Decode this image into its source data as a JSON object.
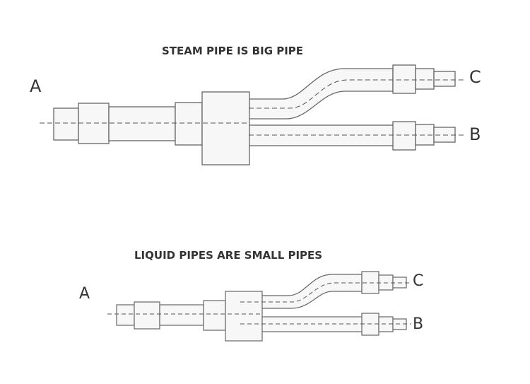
{
  "diagrams": [
    {
      "title": "STEAM PIPE IS BIG PIPE",
      "labels": {
        "inlet": "A",
        "branch_upper": "C",
        "branch_lower": "B"
      }
    },
    {
      "title": "LIQUID PIPES ARE SMALL PIPES",
      "labels": {
        "inlet": "A",
        "branch_upper": "C",
        "branch_lower": "B"
      }
    }
  ],
  "colors": {
    "outline": "#666666",
    "fill": "#f7f7f7",
    "centerline": "#555555",
    "text": "#333333"
  }
}
